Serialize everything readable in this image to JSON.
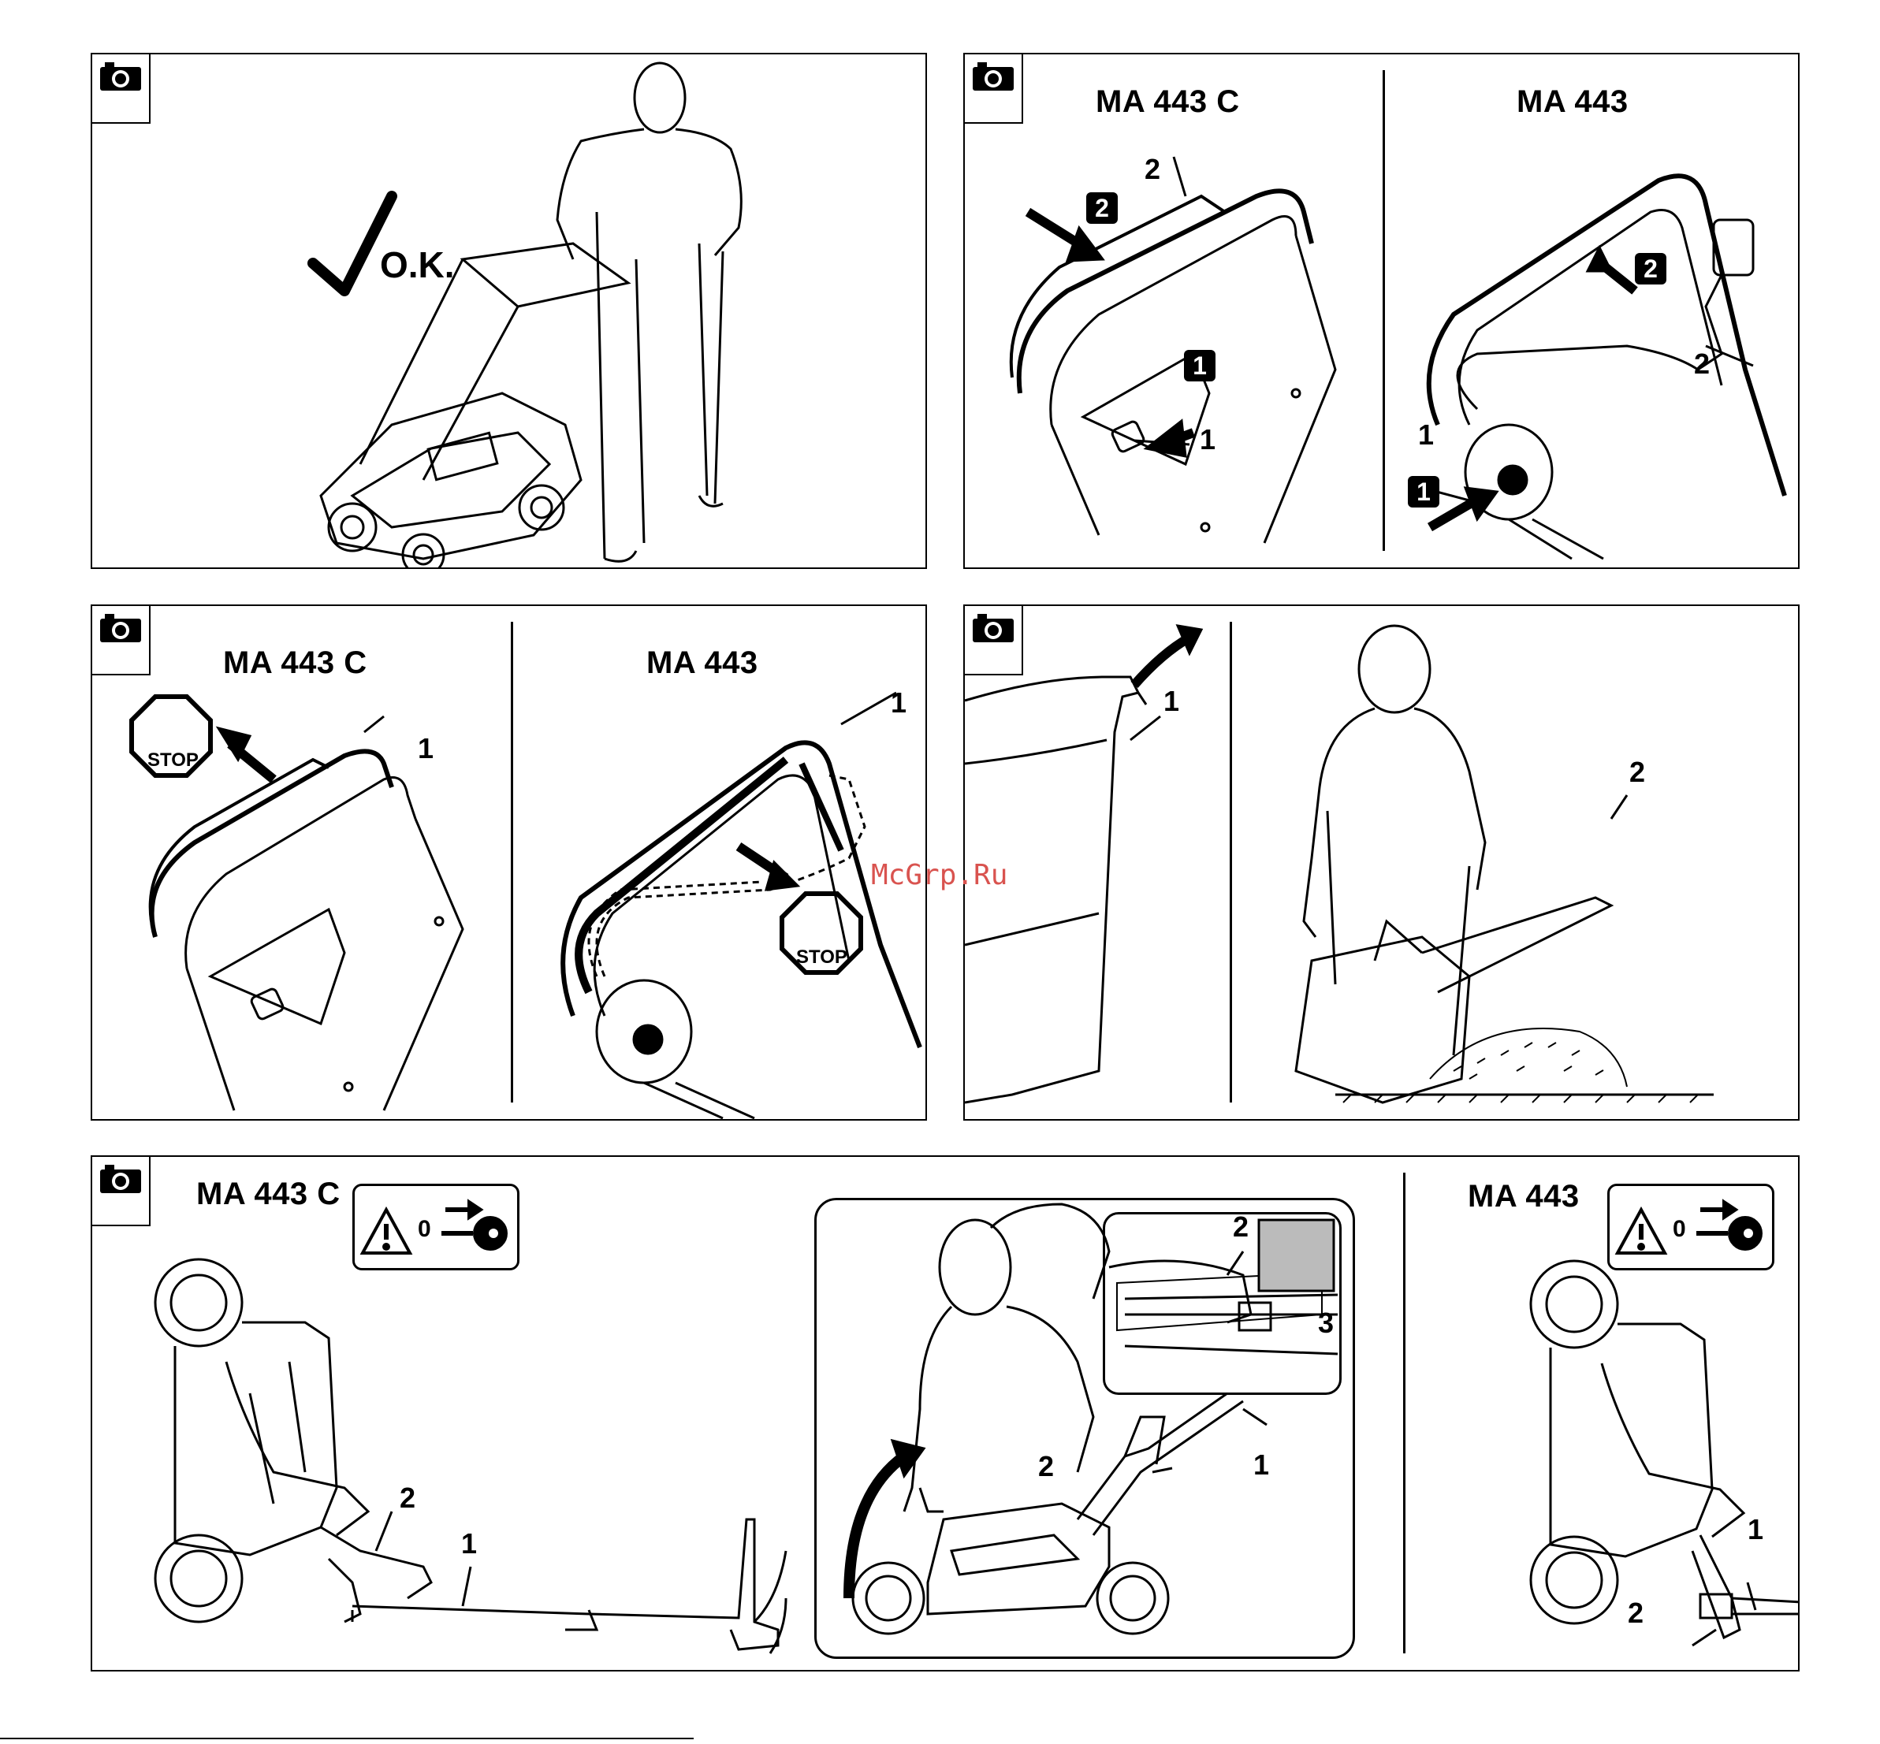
{
  "panels": {
    "p1": {
      "ok_label": "O.K."
    },
    "p2": {
      "left_model": "MA 443 C",
      "right_model": "MA 443",
      "labels": {
        "l_2": "2",
        "l_1": "1",
        "r_1": "1",
        "r_2": "2"
      },
      "step_badges": {
        "a": "2",
        "b": "1",
        "c": "2",
        "d": "1"
      }
    },
    "p3": {
      "left_model": "MA 443 C",
      "right_model": "MA 443",
      "labels": {
        "l_1": "1",
        "r_1": "1"
      },
      "stop": "STOP"
    },
    "p4": {
      "labels": {
        "l_1": "1",
        "r_2": "2"
      }
    },
    "p5": {
      "left_model": "MA 443 C",
      "right_model": "MA 443",
      "labels": {
        "l_2": "2",
        "l_1": "1",
        "c_2a": "2",
        "c_3": "3",
        "c_2b": "2",
        "c_1": "1",
        "r_1": "1",
        "r_2": "2"
      },
      "warn_zero": "0"
    }
  },
  "watermark": "McGrp.Ru"
}
